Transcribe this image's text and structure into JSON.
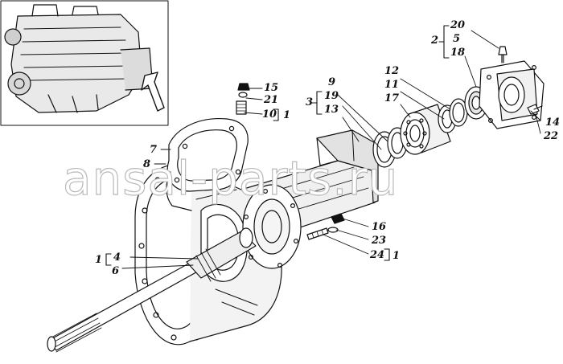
{
  "watermark": "ansal-parts.ru",
  "callouts": {
    "n1a": "1",
    "n1b": "1",
    "n1c": "1",
    "n2": "2",
    "n3": "3",
    "n4": "4",
    "n5": "5",
    "n6": "6",
    "n7": "7",
    "n8": "8",
    "n9": "9",
    "n10": "10",
    "n11": "11",
    "n12": "12",
    "n13": "13",
    "n14": "14",
    "n15": "15",
    "n16": "16",
    "n17": "17",
    "n18": "18",
    "n19": "19",
    "n20": "20",
    "n21": "21",
    "n22": "22",
    "n23": "23",
    "n24": "24"
  },
  "colors": {
    "ink": "#111111",
    "paper": "#ffffff",
    "watermark_outline": "#b9b9b9"
  }
}
